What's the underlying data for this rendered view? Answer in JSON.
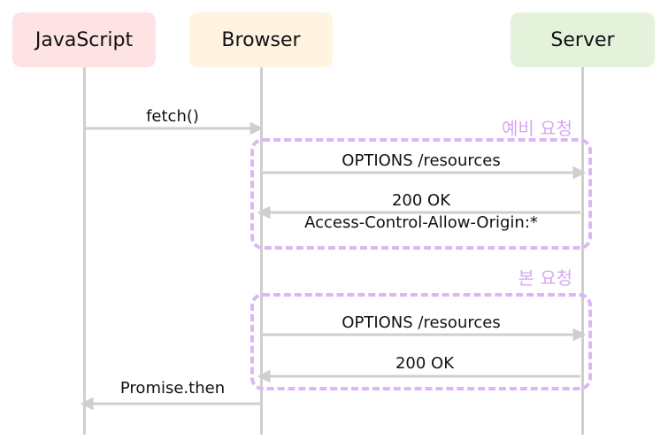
{
  "actors": {
    "javascript": {
      "label": "JavaScript",
      "color": "#fde3e3"
    },
    "browser": {
      "label": "Browser",
      "color": "#fff3e1"
    },
    "server": {
      "label": "Server",
      "color": "#e4f2dc"
    }
  },
  "groups": {
    "preflight": {
      "label": "예비 요청",
      "color": "#dcb6f5"
    },
    "main": {
      "label": "본 요청",
      "color": "#dcb6f5"
    }
  },
  "messages": [
    {
      "label": "fetch()"
    },
    {
      "label": "OPTIONS /resources"
    },
    {
      "label": "200 OK"
    },
    {
      "label": "Access-Control-Allow-Origin:*"
    },
    {
      "label": "OPTIONS /resources"
    },
    {
      "label": "200 OK"
    },
    {
      "label": "Promise.then"
    }
  ]
}
